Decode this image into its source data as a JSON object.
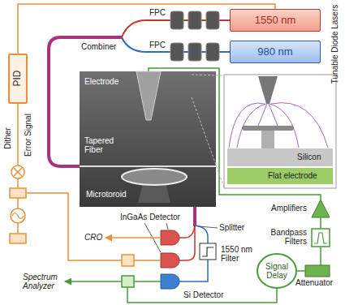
{
  "diagram": {
    "nodes": [
      {
        "text": [
          "1550 nm"
        ]
      },
      {
        "text": [
          "980 nm"
        ]
      },
      {
        "text": [
          "PID"
        ]
      },
      {
        "text": [
          "Signal Delay"
        ]
      }
    ],
    "edges": [
      {
        "from": 2,
        "to": 0,
        "arrow": "none"
      }
    ],
    "labels": [
      "Tunable Diode Lasers",
      "FPC",
      "FPC",
      "Combiner",
      "Dither",
      "Error Signal",
      "Electrode",
      "Tapered Fiber",
      "Microtoroid",
      "Silicon",
      "Flat electrode",
      "InGaAs Detector",
      "CRO",
      "Spectrum Analyzer",
      "Splitter",
      "1550 nm Filter",
      "Si Detector",
      "Amplifiers",
      "Bandpass Filters",
      "Attenuator"
    ]
  }
}
